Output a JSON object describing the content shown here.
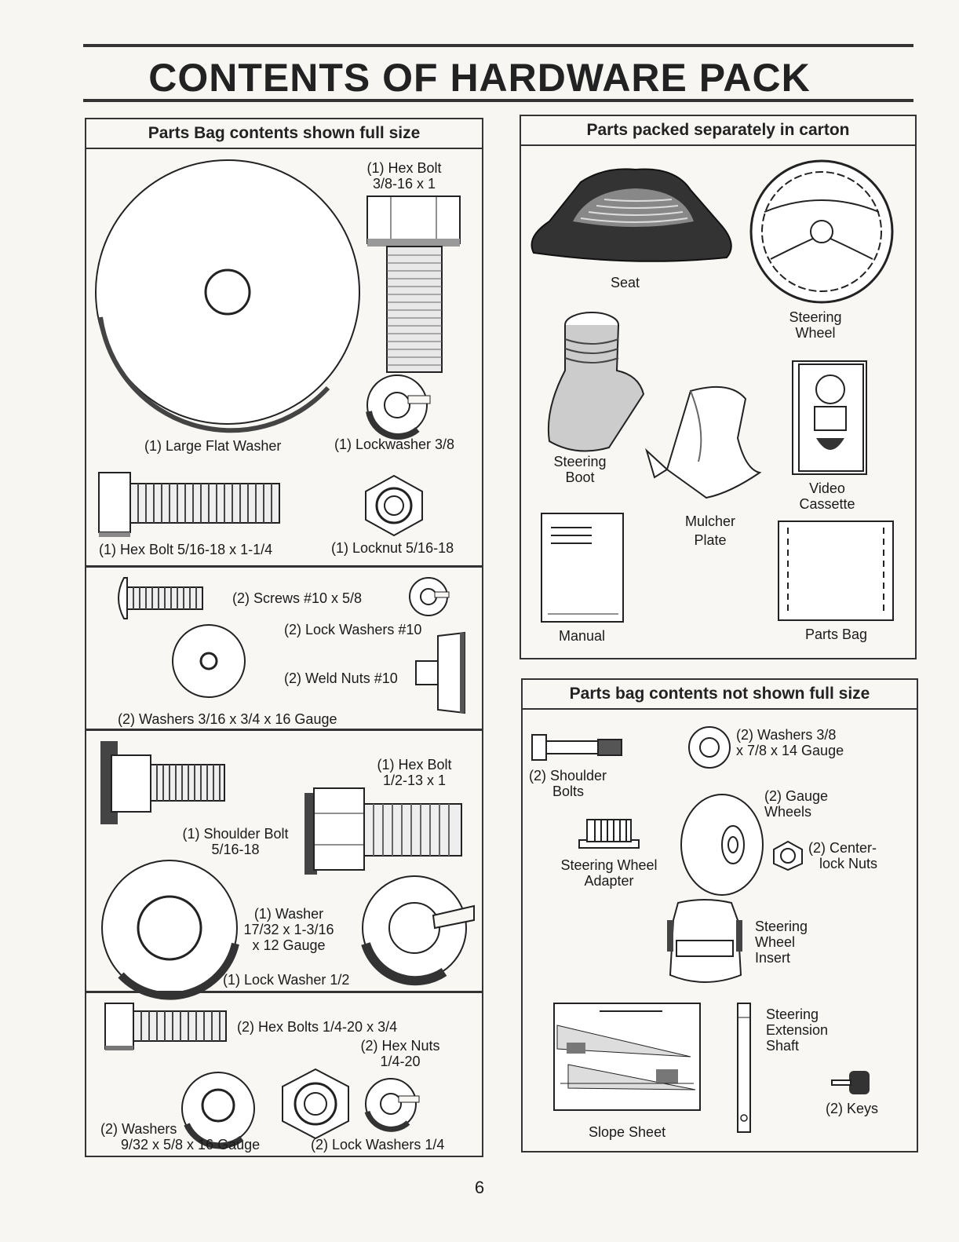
{
  "page": {
    "title": "CONTENTS OF HARDWARE PACK",
    "page_number": "6"
  },
  "left_panel": {
    "heading": "Parts Bag contents shown full size",
    "s1": {
      "hex_bolt_a": "(1) Hex Bolt",
      "hex_bolt_a_size": "3/8-16 x 1",
      "large_flat_washer": "(1) Large Flat Washer",
      "lockwasher": "(1) Lockwasher  3/8",
      "hex_bolt_b": "(1) Hex Bolt  5/16-18 x 1-1/4",
      "locknut": "(1) Locknut  5/16-18"
    },
    "s2": {
      "screws": "(2) Screws  #10 x 5/8",
      "lock_washers": "(2) Lock Washers  #10",
      "weld_nuts": "(2) Weld Nuts  #10",
      "washers": "(2) Washers  3/16 x 3/4 x 16 Gauge"
    },
    "s3": {
      "hex_bolt": "(1) Hex Bolt",
      "hex_bolt_size": "1/2-13 x 1",
      "shoulder_bolt": "(1) Shoulder Bolt",
      "shoulder_bolt_size": "5/16-18",
      "washer_l1": "(1) Washer",
      "washer_l2": "17/32 x 1-3/16",
      "washer_l3": "x 12 Gauge",
      "lock_washer": "(1) Lock Washer  1/2"
    },
    "s4": {
      "hex_bolts": "(2) Hex Bolts  1/4-20 x 3/4",
      "hex_nuts_l1": "(2) Hex Nuts",
      "hex_nuts_l2": "1/4-20",
      "washers_l1": "(2) Washers",
      "washers_l2": "9/32  x 5/8 x 16 Gauge",
      "lock_washers": "(2) Lock Washers  1/4"
    }
  },
  "right_top": {
    "heading": "Parts packed separately in carton",
    "seat": "Seat",
    "steering_wheel_l1": "Steering",
    "steering_wheel_l2": "Wheel",
    "steering_boot_l1": "Steering",
    "steering_boot_l2": "Boot",
    "video_l1": "Video",
    "video_l2": "Cassette",
    "mulcher_l1": "Mulcher",
    "mulcher_l2": "Plate",
    "manual": "Manual",
    "parts_bag": "Parts Bag"
  },
  "right_bottom": {
    "heading": "Parts bag contents not shown full size",
    "washers_l1": "(2) Washers  3/8",
    "washers_l2": "x 7/8 x 14 Gauge",
    "shoulder_l1": "(2) Shoulder",
    "shoulder_l2": "Bolts",
    "gauge_l1": "(2) Gauge",
    "gauge_l2": "Wheels",
    "adapter_l1": "Steering Wheel",
    "adapter_l2": "Adapter",
    "centerlock_l1": "(2) Center-",
    "centerlock_l2": "lock Nuts",
    "insert_l1": "Steering",
    "insert_l2": "Wheel",
    "insert_l3": "Insert",
    "shaft_l1": "Steering",
    "shaft_l2": "Extension",
    "shaft_l3": "Shaft",
    "keys": "(2) Keys",
    "slope_sheet": "Slope Sheet"
  }
}
